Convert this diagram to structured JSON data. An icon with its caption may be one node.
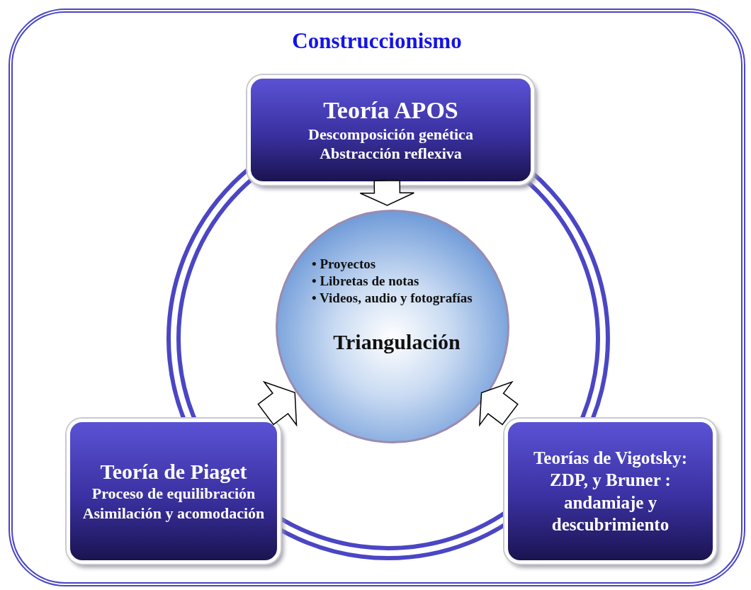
{
  "diagram": {
    "nodes": [
      {
        "text": [
          "Construccionismo"
        ]
      },
      {
        "text": [
          "Teoría APOS",
          "Descomposición genética",
          "Abstracción reflexiva"
        ],
        "in": 0
      },
      {
        "text": [
          "• Proyectos",
          "• Libretas de notas",
          "• Videos, audio y fotografías",
          "Triangulación"
        ],
        "in": 0
      },
      {
        "text": [
          "Teoría de Piaget",
          "Proceso de equilibración",
          "Asimilación y acomodación"
        ],
        "in": 0
      },
      {
        "text": [
          "Teorías de Vigotsky: ZDP, y Bruner : andamiaje y descubrimiento"
        ],
        "in": 0
      }
    ],
    "edges": [
      {
        "from": 1,
        "to": 2,
        "arrow": "to"
      },
      {
        "from": 3,
        "to": 2,
        "arrow": "to"
      },
      {
        "from": 4,
        "to": 2,
        "arrow": "to"
      }
    ]
  }
}
